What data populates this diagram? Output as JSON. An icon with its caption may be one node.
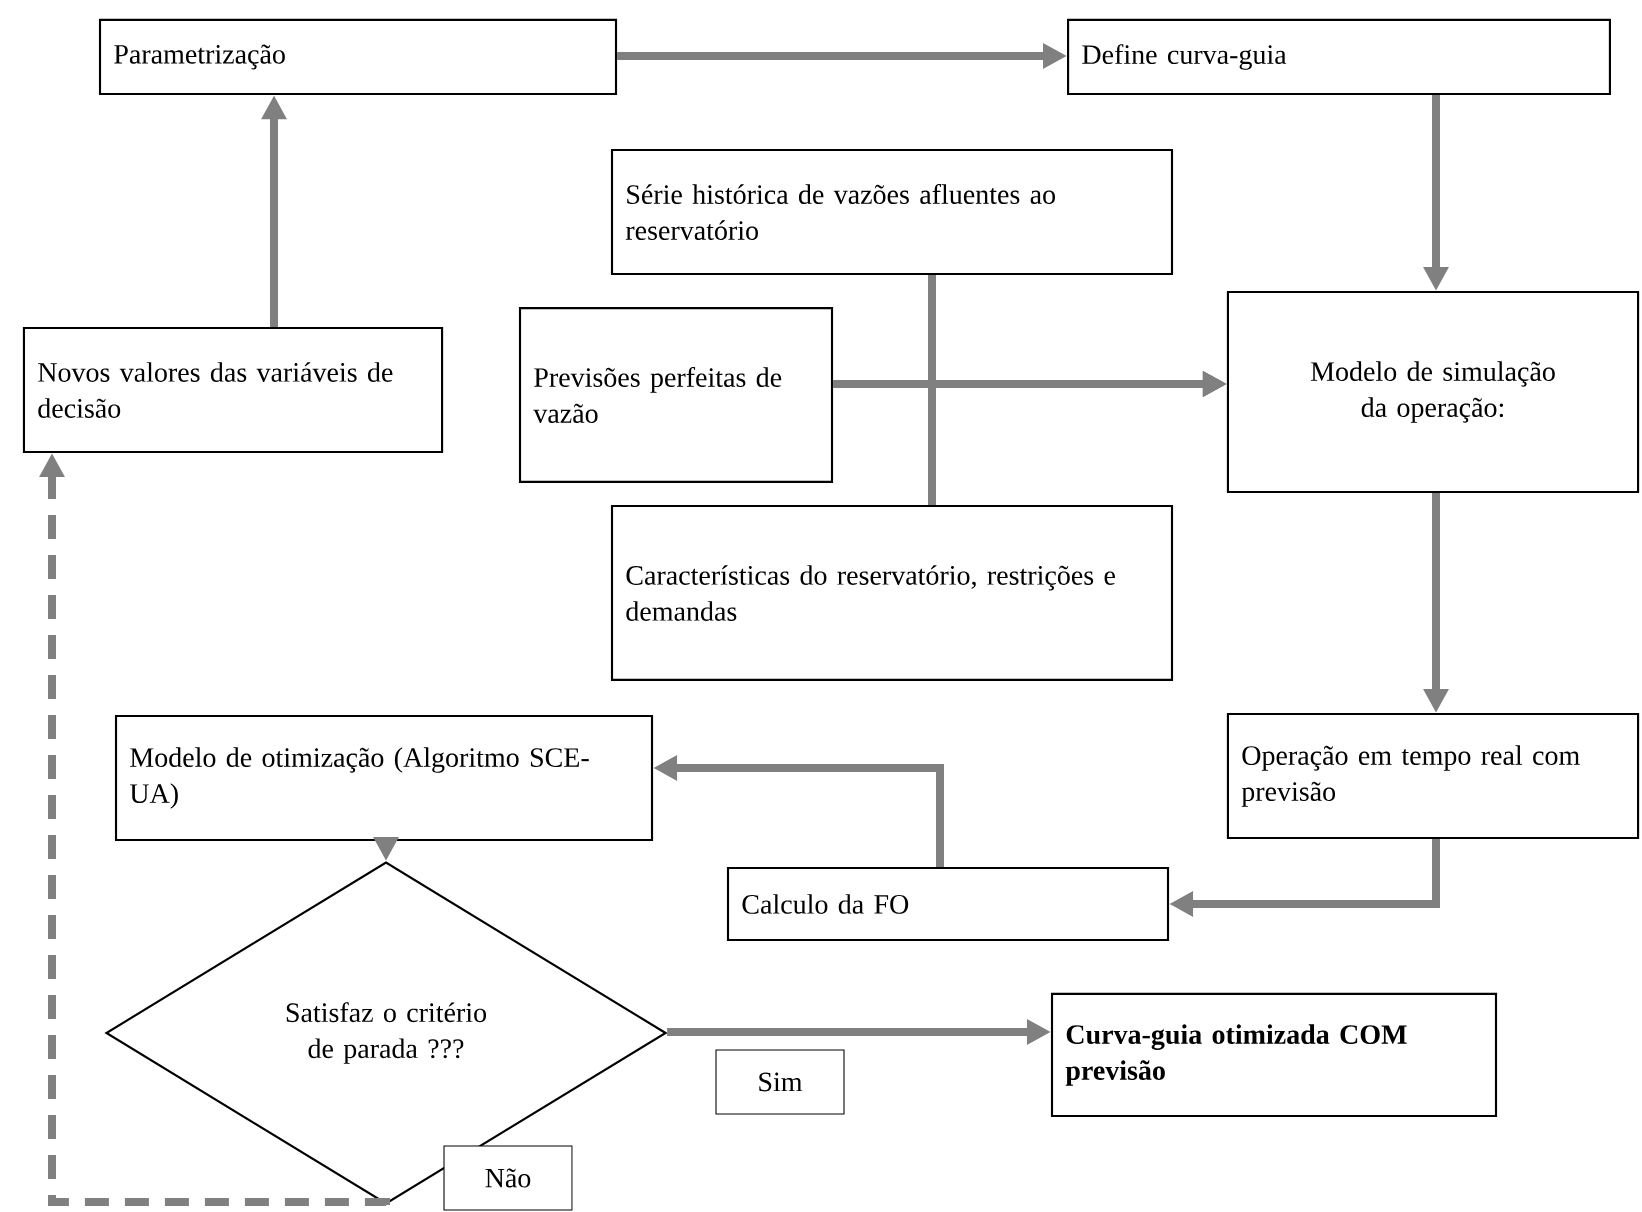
{
  "diagram": {
    "nodes": [
      {
        "text": [
          "Parametrização"
        ]
      },
      {
        "text": [
          "Define curva-guia"
        ]
      },
      {
        "text": [
          "Série histórica de vazões afluentes ao reservatório"
        ]
      },
      {
        "text": [
          "Previsões perfeitas de vazão"
        ]
      },
      {
        "text": [
          "Modelo de simulação da operação:"
        ]
      },
      {
        "text": [
          "Novos valores das variáveis de decisão"
        ]
      },
      {
        "text": [
          "Características do reservatório, restrições e demandas"
        ]
      },
      {
        "text": [
          "Modelo de otimização (Algoritmo SCE-UA)"
        ]
      },
      {
        "text": [
          "Operação em tempo real com previsão"
        ]
      },
      {
        "text": [
          "Calculo da  FO"
        ]
      },
      {
        "text": [
          "Satisfaz o critério de parada ???"
        ]
      },
      {
        "text": [
          "Curva-guia otimizada COM previsão"
        ]
      }
    ],
    "edges": [
      {
        "from": 0,
        "to": 1,
        "arrow": "to"
      },
      {
        "from": 1,
        "to": 4,
        "arrow": "to"
      },
      {
        "from": 3,
        "to": 4,
        "arrow": "to"
      },
      {
        "from": 2,
        "to": 4,
        "arrow": "to"
      },
      {
        "from": 6,
        "to": 4,
        "arrow": "to"
      },
      {
        "from": 4,
        "to": 8,
        "arrow": "to"
      },
      {
        "from": 8,
        "to": 9,
        "arrow": "to"
      },
      {
        "from": 9,
        "to": 7,
        "arrow": "to"
      },
      {
        "from": 7,
        "to": 10,
        "arrow": "to"
      },
      {
        "from": 10,
        "to": 11,
        "arrow": "to",
        "label": "Sim"
      },
      {
        "from": 10,
        "to": 5,
        "arrow": "to",
        "label": "Não",
        "style": "dashed"
      },
      {
        "from": 5,
        "to": 0,
        "arrow": "to"
      }
    ]
  }
}
